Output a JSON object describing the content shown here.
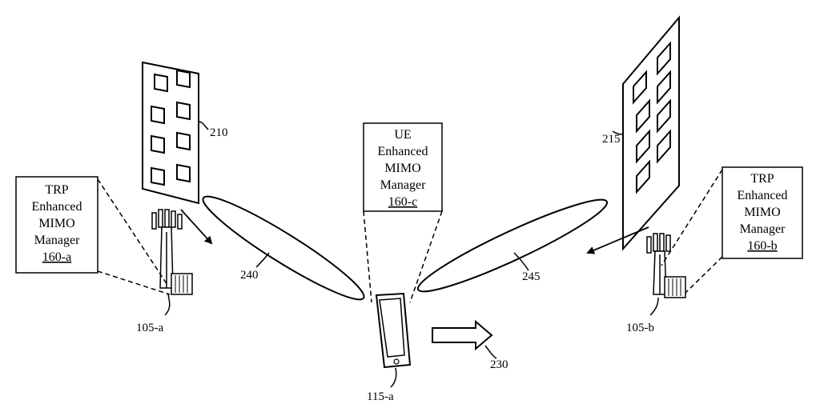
{
  "reference_numerals": {
    "panel_left": "210",
    "panel_right": "215",
    "beam_left": "240",
    "beam_right": "245",
    "motion_arrow": "230",
    "base_station_left": "105-a",
    "base_station_right": "105-b",
    "ue_device": "115-a"
  },
  "managers": {
    "trp_left": {
      "line1": "TRP",
      "line2": "Enhanced",
      "line3": "MIMO",
      "line4": "Manager",
      "ref": "160-a"
    },
    "ue": {
      "line1": "UE",
      "line2": "Enhanced",
      "line3": "MIMO",
      "line4": "Manager",
      "ref": "160-c"
    },
    "trp_right": {
      "line1": "TRP",
      "line2": "Enhanced",
      "line3": "MIMO",
      "line4": "Manager",
      "ref": "160-b"
    }
  }
}
